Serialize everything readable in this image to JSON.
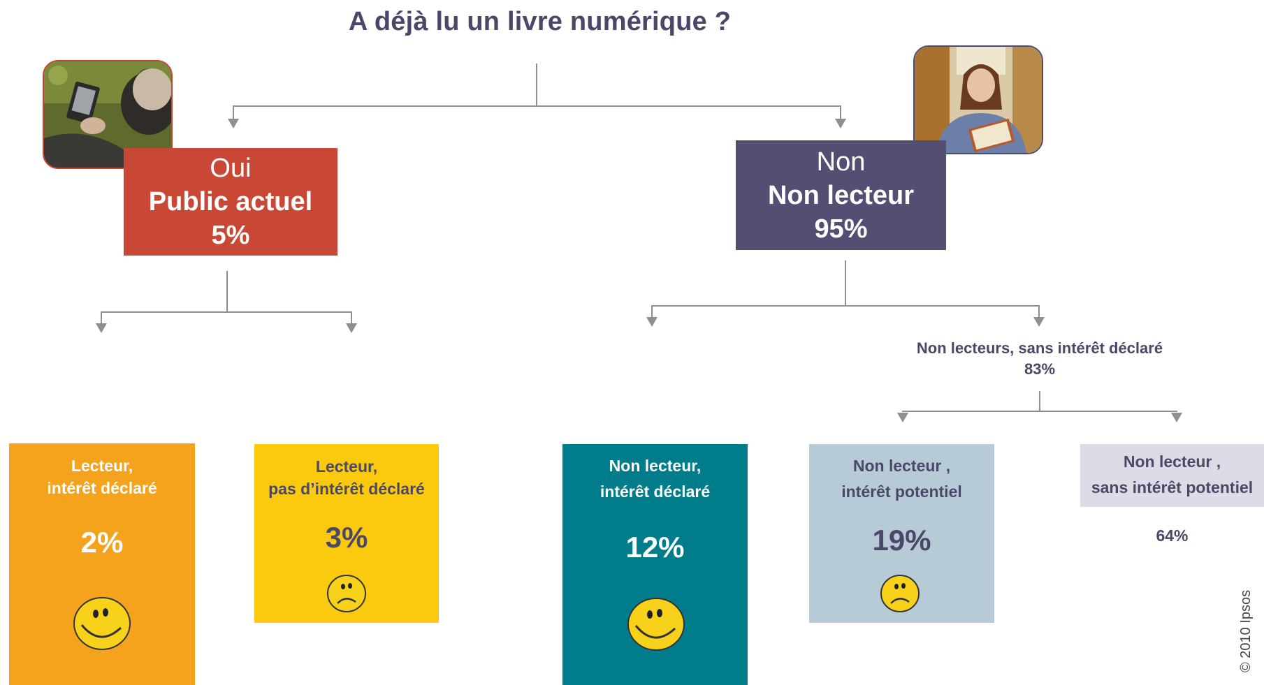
{
  "title": "A déjà lu un livre numérique ?",
  "colors": {
    "oui": "#c84835",
    "non": "#544e73",
    "leaf_orange": "#f5a31c",
    "leaf_yellow": "#fbc90e",
    "leaf_teal": "#007c8a",
    "leaf_blue_gray": "#b7cbd6",
    "leaf_lavender": "#dedbe6",
    "connector": "#8f8f8f"
  },
  "oui": {
    "line1": "Oui",
    "line2": "Public actuel",
    "line3": "5%"
  },
  "non": {
    "line1": "Non",
    "line2": "Non lecteur",
    "line3": "95%"
  },
  "sub_node": {
    "label": "Non lecteurs, sans intérêt déclaré",
    "pct": "83%"
  },
  "leaves": [
    {
      "line1": "Lecteur,",
      "line2": "intérêt déclaré",
      "pct": "2%",
      "icon": "happy-smiley-icon"
    },
    {
      "line1": "Lecteur,",
      "line2": "pas d’intérêt déclaré",
      "pct": "3%",
      "icon": "sad-smiley-icon"
    },
    {
      "line1": "Non lecteur,",
      "line2": "intérêt déclaré",
      "pct": "12%",
      "icon": "happy-smiley-icon"
    },
    {
      "line1": "Non lecteur ,",
      "line2": "intérêt potentiel",
      "pct": "19%",
      "icon": "sad-smiley-icon"
    },
    {
      "line1": "Non lecteur ,",
      "line2": "sans intérêt potentiel",
      "pct": "64%"
    }
  ],
  "copyright": "© 2010 Ipsos",
  "photos": {
    "left": "ereader-photo",
    "right": "woman-reading-photo"
  }
}
